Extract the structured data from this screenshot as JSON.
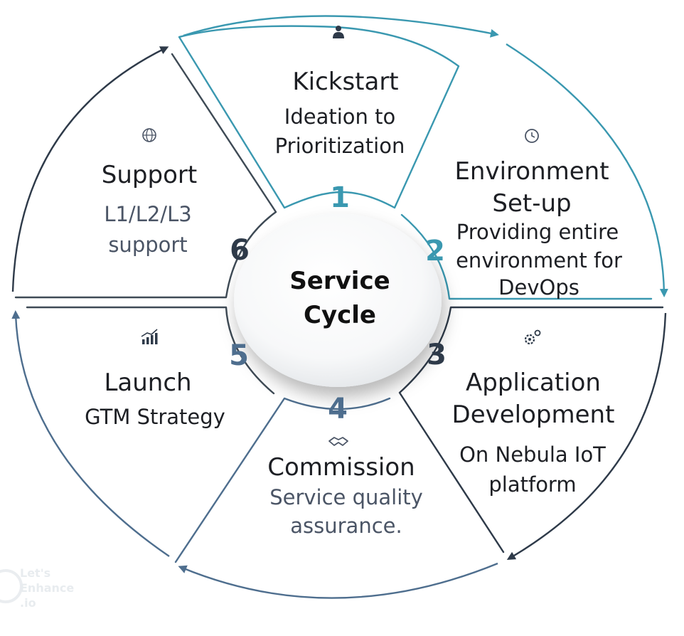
{
  "center": {
    "line1": "Service",
    "line2": "Cycle"
  },
  "colors": {
    "teal": "#3a98b0",
    "slate": "#2e3a49",
    "steel": "#4e6e8e",
    "outline": "#3e4a55"
  },
  "steps": [
    {
      "number": "1",
      "title": "Kickstart",
      "subtitle": [
        "Ideation to",
        "Prioritization"
      ],
      "icon": "person-icon"
    },
    {
      "number": "2",
      "title": [
        "Environment",
        "Set-up"
      ],
      "subtitle": [
        "Providing entire",
        "environment for",
        "DevOps"
      ],
      "icon": "clock-icon"
    },
    {
      "number": "3",
      "title": [
        "Application",
        "Development"
      ],
      "subtitle": [
        "On Nebula IoT",
        "platform"
      ],
      "icon": "gears-icon"
    },
    {
      "number": "4",
      "title": "Commission",
      "subtitle": [
        "Service quality",
        "assurance."
      ],
      "icon": "handshake-icon"
    },
    {
      "number": "5",
      "title": "Launch",
      "subtitle": [
        "GTM Strategy"
      ],
      "icon": "growth-chart-icon"
    },
    {
      "number": "6",
      "title": "Support",
      "subtitle": [
        "L1/L2/L3",
        "support"
      ],
      "icon": "globe-icon"
    }
  ],
  "watermark": [
    "Let's",
    "Enhance",
    ".io"
  ]
}
